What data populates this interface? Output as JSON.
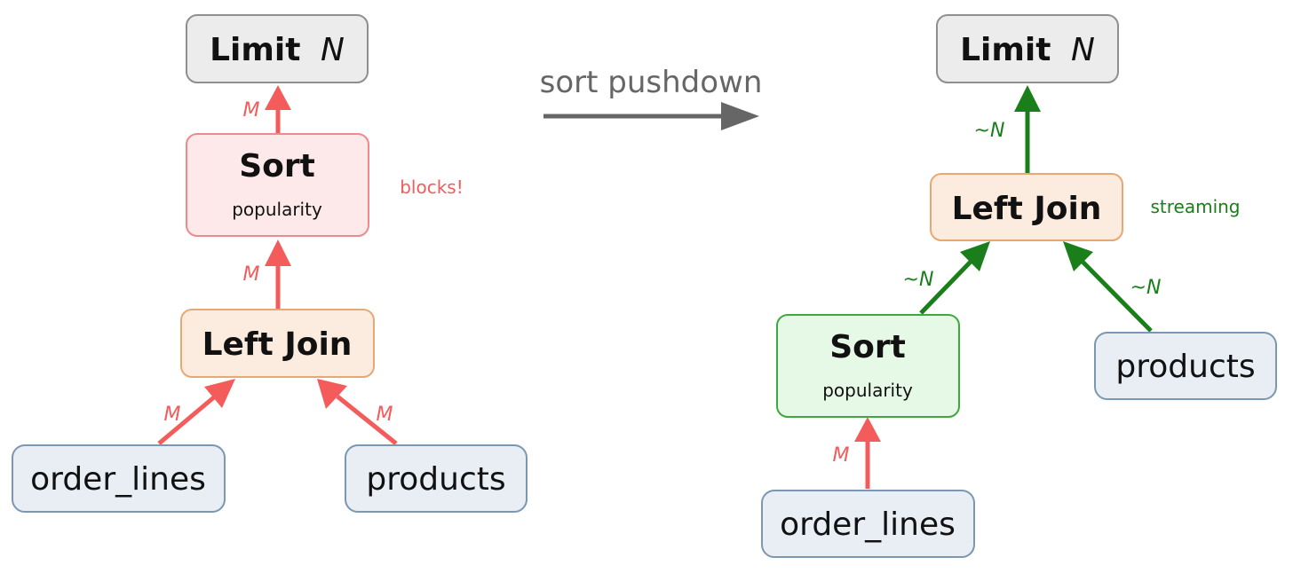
{
  "colors": {
    "red": "#f45b5b",
    "green": "#1a7f1a",
    "gray_arrow": "#666666",
    "limit_fill": "#ececec",
    "limit_stroke": "#8f8f8f",
    "sort_blocked_fill": "#fde9e9",
    "sort_blocked_stroke": "#ec8a8f",
    "join_fill": "#fcecdf",
    "join_stroke": "#e8a873",
    "source_fill": "#e8eef4",
    "source_stroke": "#7b97b1",
    "sort_ok_fill": "#e6f8e6",
    "sort_ok_stroke": "#3fa83f"
  },
  "transform": {
    "label": "sort pushdown"
  },
  "before": {
    "limit": {
      "title": "Limit",
      "var": "N"
    },
    "sort": {
      "title": "Sort",
      "subtitle": "popularity",
      "note": "blocks!"
    },
    "join": {
      "title": "Left Join"
    },
    "sources": {
      "left": "order_lines",
      "right": "products"
    },
    "edges": {
      "sort_to_limit": "M",
      "join_to_sort": "M",
      "order_lines_to_join": "M",
      "products_to_join": "M"
    }
  },
  "after": {
    "limit": {
      "title": "Limit",
      "var": "N"
    },
    "join": {
      "title": "Left Join",
      "note": "streaming"
    },
    "sort": {
      "title": "Sort",
      "subtitle": "popularity"
    },
    "sources": {
      "left": "order_lines",
      "right": "products"
    },
    "edges": {
      "join_to_limit": "~N",
      "sort_to_join": "~N",
      "products_to_join": "~N",
      "order_lines_to_sort": "M"
    }
  }
}
